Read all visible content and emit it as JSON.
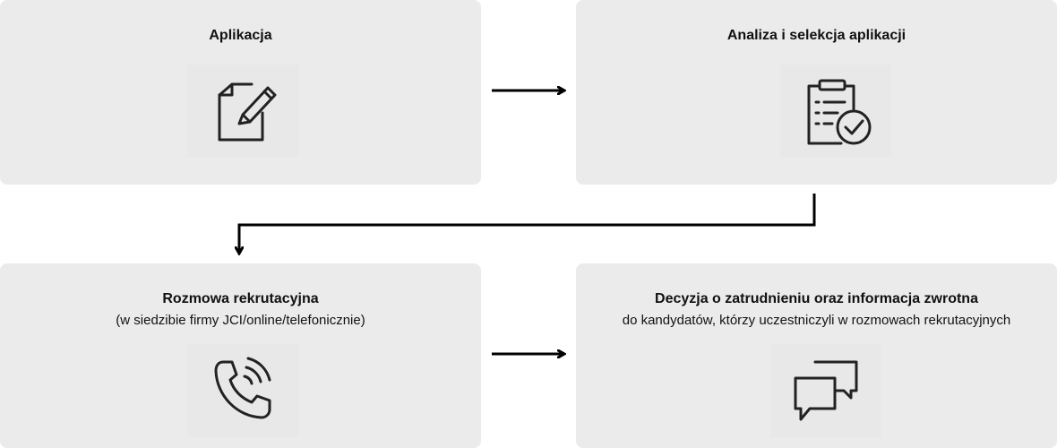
{
  "steps": [
    {
      "title": "Aplikacja",
      "subtitle": "",
      "icon": "edit-document-icon"
    },
    {
      "title": "Analiza i selekcja aplikacji",
      "subtitle": "",
      "icon": "clipboard-check-icon"
    },
    {
      "title": "Rozmowa rekrutacyjna",
      "subtitle": "(w siedzibie firmy JCI/online/telefonicznie)",
      "icon": "phone-icon"
    },
    {
      "title": "Decyzja o zatrudnieniu oraz informacja zwrotna",
      "subtitle": "do kandydatów, którzy uczestniczyli w rozmowach rekrutacyjnych",
      "icon": "chat-bubbles-icon"
    }
  ],
  "colors": {
    "box_background": "#ebebeb",
    "stroke": "#222222",
    "arrow": "#000000"
  }
}
